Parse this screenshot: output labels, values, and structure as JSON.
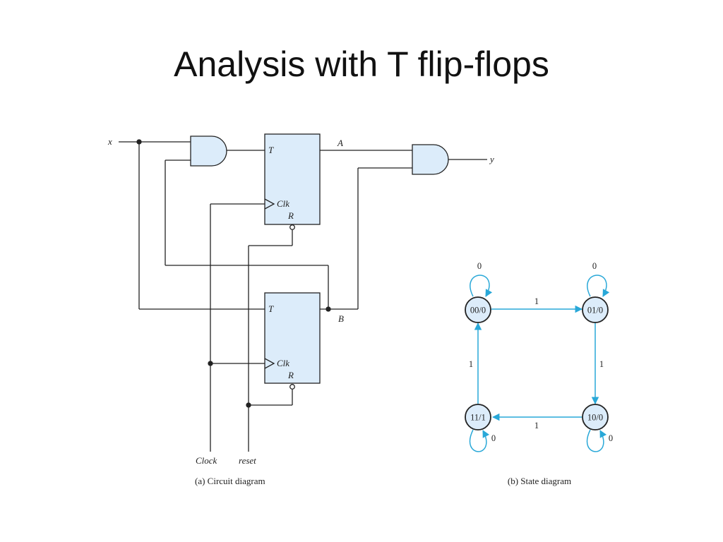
{
  "slide": {
    "title": "Analysis with T flip-flops"
  },
  "circuit": {
    "caption": "(a) Circuit diagram",
    "labels": {
      "x": "x",
      "y": "y",
      "A": "A",
      "B": "B",
      "ff1_T": "T",
      "ff1_clk": "Clk",
      "ff1_R": "R",
      "ff2_T": "T",
      "ff2_clk": "Clk",
      "ff2_R": "R",
      "clock": "Clock",
      "reset": "reset"
    }
  },
  "state_diagram": {
    "caption": "(b) State diagram",
    "states": {
      "s00": "00/0",
      "s01": "01/0",
      "s10": "10/0",
      "s11": "11/1"
    },
    "transitions": {
      "s00_self": "0",
      "s01_self": "0",
      "s10_self": "0",
      "s11_self": "0",
      "s00_to_s01": "1",
      "s01_to_s10": "1",
      "s10_to_s11": "1",
      "s11_to_s00": "1"
    }
  },
  "colors": {
    "ff_fill": "#dcecfa",
    "gate_fill": "#dcecfa",
    "state_fill": "#dcecfa",
    "arrow": "#29a8d8",
    "wire": "#222222"
  }
}
